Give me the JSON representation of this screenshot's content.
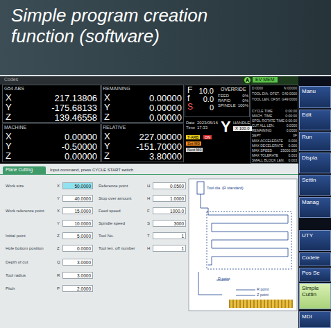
{
  "diagram": {
    "title": "Simple program creation function (software)",
    "nodes": [
      {
        "text": [
          "Manu"
        ]
      },
      {
        "text": [
          "Edit"
        ]
      },
      {
        "text": [
          "Run"
        ]
      },
      {
        "text": [
          "Displa"
        ]
      },
      {
        "text": [
          "Settin"
        ]
      },
      {
        "text": [
          "Manag"
        ]
      },
      {
        "text": [
          "UTY"
        ]
      },
      {
        "text": [
          "Codele"
        ]
      },
      {
        "text": [
          "Pos Se"
        ]
      },
      {
        "text": [
          "Simple Cuttin"
        ]
      },
      {
        "text": [
          "MDI"
        ]
      },
      {
        "text": [
          "Plane Cutting"
        ]
      }
    ],
    "labels": [
      "Codes",
      "A",
      "EV MEM",
      "G54 ABS",
      "X",
      "217.13806",
      "Y",
      "-175.68133",
      "Z",
      "139.46558",
      "REMAINING",
      "X",
      "0.00000",
      "Y",
      "0.00000",
      "Z",
      "0.00000",
      "F",
      "10.0",
      "f",
      "0.0",
      "S",
      "0",
      "OVERRIDE",
      "FEED",
      "0%",
      "RAPID",
      "0%",
      "SPINDLE",
      "100%",
      "MACHINE",
      "X",
      "0.00000",
      "Y",
      "-0.50000",
      "Z",
      "0.00000",
      "RELATIVE",
      "X",
      "227.00000",
      "Y",
      "-151.70000",
      "Z",
      "3.80000",
      "Date",
      "2023/05/16",
      "Time",
      "17:33",
      "Y",
      "HANDLE",
      "X 100.0",
      "T-ARB",
      "ON",
      "Set-M0",
      "Next M0",
      "D 0000",
      "N 00000",
      "TOOL DIA. OFST.",
      "G40 0000",
      "TOOL LEN. OFST.",
      "G49 0000",
      "CYCLE TIME",
      "0:00:00",
      "MACH. TIME",
      "0:00:00",
      "SPDL ROTATE TIME",
      "0:00:00",
      "CUT ALL LEN.",
      "0.0000",
      "REMAINING",
      "0.0000",
      "SEPT",
      "0F",
      "MAX ACCELERATE",
      "0.000",
      "MAX DECELERATE",
      "0.000",
      "MAX SPEED",
      "25000.000",
      "MAX TOLERATE",
      "0.003",
      "SMALL BLOCK LEN.",
      "0.003",
      "Input command, press CYCLE START switch",
      "Work size",
      "X",
      "50.0000",
      "Y",
      "40.0000",
      "Work reference point",
      "X",
      "15.0000",
      "Y",
      "10.0000",
      "Initial point",
      "Z",
      "5.0000",
      "Hole bottom position",
      "Z",
      "0.0000",
      "Depth of cut",
      "Q",
      "3.0000",
      "Tool radius",
      "R",
      "3.0000",
      "Pitch",
      "P",
      "2.0000",
      "Reference point",
      "H",
      "0.0500",
      "Stop over amount",
      "H",
      "1.0000",
      "Feed speed",
      "F",
      "1000.0",
      "Spindle speed",
      "S",
      "3000",
      "Tool No.",
      "T",
      "1",
      "Tool len. off number",
      "H",
      "1",
      "Tool dia. (R standard)",
      "R point",
      "R point",
      "Z point"
    ]
  }
}
